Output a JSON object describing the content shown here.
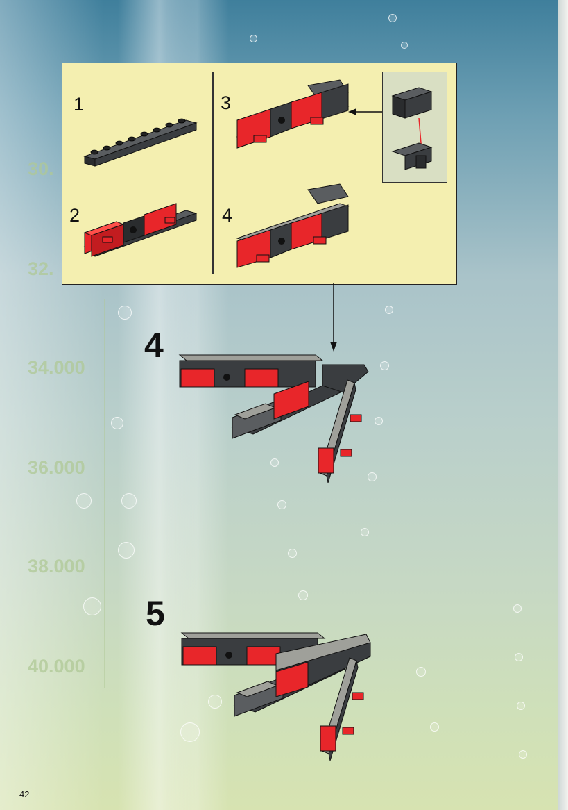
{
  "depth_markers": [
    "30.",
    "32.",
    "34.000",
    "36.000",
    "38.000",
    "40.000"
  ],
  "sub_steps": [
    "1",
    "2",
    "3",
    "4"
  ],
  "main_steps": [
    "4",
    "5"
  ],
  "page_number": "42",
  "colors": {
    "red": "#e8262a",
    "dark_gray": "#3a3d40",
    "light_gray": "#9fa09a",
    "panel": "#f4efb0"
  }
}
